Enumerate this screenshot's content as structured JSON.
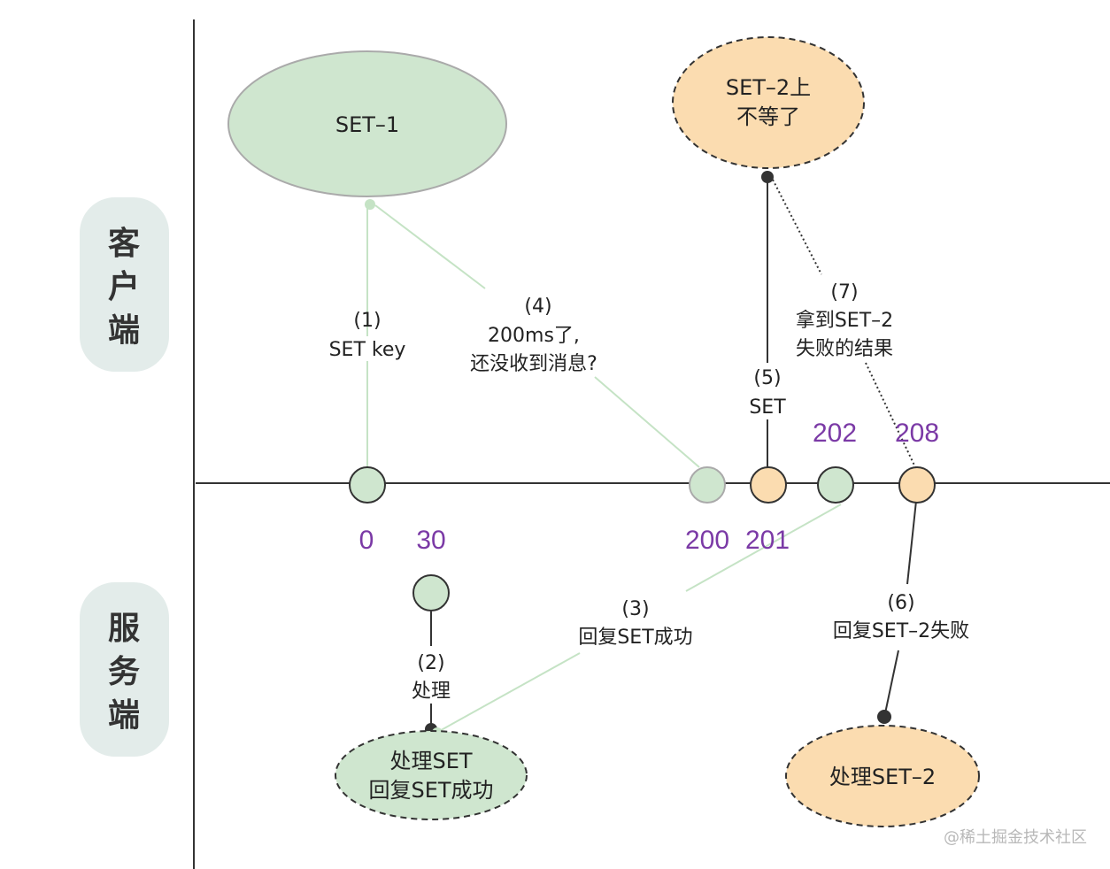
{
  "lanes": {
    "client": [
      "客",
      "户",
      "端"
    ],
    "server": [
      "服",
      "务",
      "端"
    ]
  },
  "nodes": {
    "set1": "SET–1",
    "client_timeout": [
      "SET–2上",
      "不等了"
    ],
    "server_process": [
      "处理SET",
      "回复SET成功"
    ],
    "server_process2": "处理SET–2"
  },
  "steps": {
    "s1": [
      "(1)",
      "SET key"
    ],
    "s2": [
      "(2)",
      "处理"
    ],
    "s3": [
      "(3)",
      "回复SET成功"
    ],
    "s4": [
      "(4)",
      "200ms了,",
      "还没收到消息?"
    ],
    "s5": [
      "(5)",
      "SET"
    ],
    "s6": [
      "(6)",
      "回复SET–2失败"
    ],
    "s7": [
      "(7)",
      "拿到SET–2",
      "失败的结果"
    ]
  },
  "timeline": {
    "t0": "0",
    "t30": "30",
    "t200": "200",
    "t201": "201",
    "t202": "202",
    "t208": "208"
  },
  "colors": {
    "green": "#cfe6cf",
    "orange": "#fbdcb0",
    "number": "#7b3aa6",
    "lane_bg": "#e3ecea"
  },
  "watermark": "@稀土掘金技术社区"
}
